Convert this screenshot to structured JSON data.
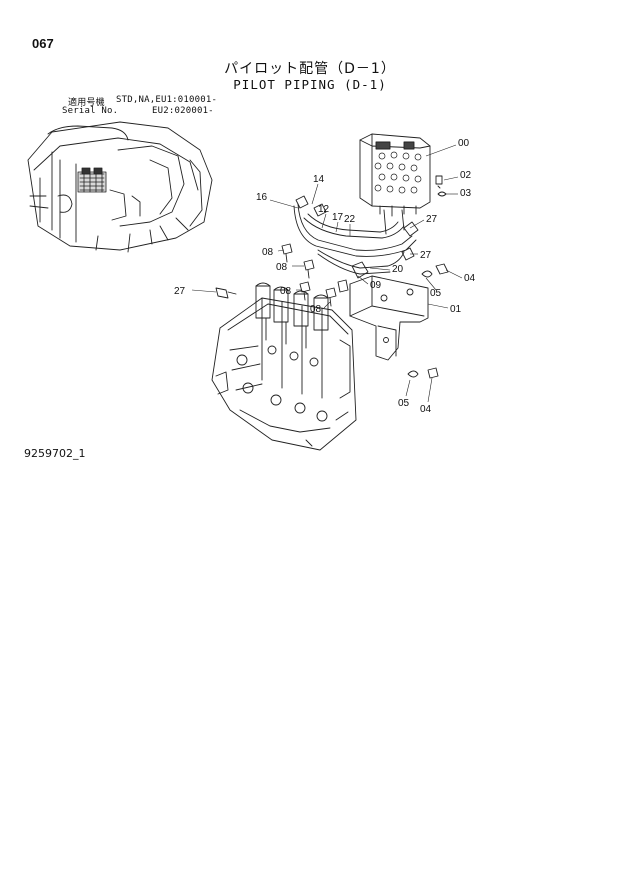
{
  "header": {
    "page_number": "067",
    "title_jp": "パイロット配管（D－1）",
    "title_en": "PILOT PIPING (D-1)"
  },
  "applicability": {
    "label_jp": "適用号機",
    "label_en": "Serial No.",
    "line1": "STD,NA,EU1:010001-",
    "line2": "EU2:020001-"
  },
  "footer": {
    "drawing_number": "9259702_1"
  },
  "callouts": [
    {
      "id": "c00",
      "text": "00"
    },
    {
      "id": "c02",
      "text": "02"
    },
    {
      "id": "c03",
      "text": "03"
    },
    {
      "id": "c14",
      "text": "14"
    },
    {
      "id": "c16",
      "text": "16"
    },
    {
      "id": "c12",
      "text": "12"
    },
    {
      "id": "c17",
      "text": "17"
    },
    {
      "id": "c22",
      "text": "22"
    },
    {
      "id": "c27a",
      "text": "27"
    },
    {
      "id": "c27b",
      "text": "27"
    },
    {
      "id": "c08a",
      "text": "08"
    },
    {
      "id": "c08b",
      "text": "08"
    },
    {
      "id": "c08c",
      "text": "08"
    },
    {
      "id": "c08d",
      "text": "08"
    },
    {
      "id": "c20",
      "text": "20"
    },
    {
      "id": "c09",
      "text": "09"
    },
    {
      "id": "c04a",
      "text": "04"
    },
    {
      "id": "c05a",
      "text": "05"
    },
    {
      "id": "c01",
      "text": "01"
    },
    {
      "id": "c27c",
      "text": "27"
    },
    {
      "id": "c05b",
      "text": "05"
    },
    {
      "id": "c04b",
      "text": "04"
    }
  ]
}
